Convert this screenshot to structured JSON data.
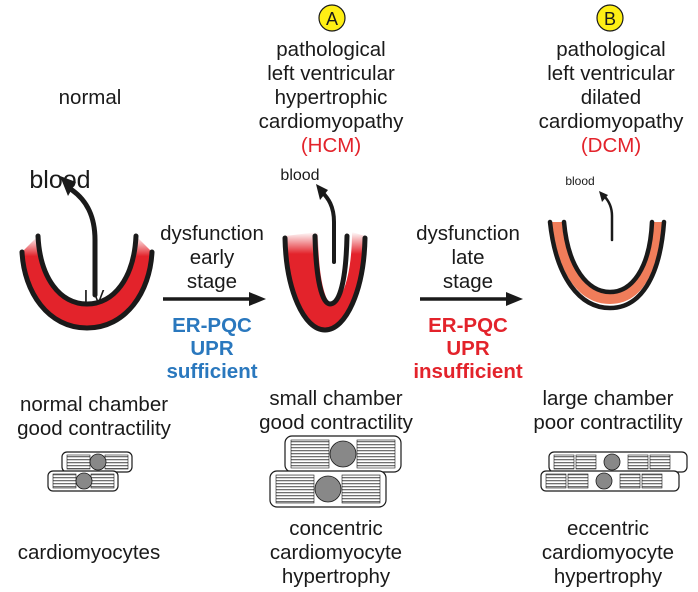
{
  "colors": {
    "red": "#e3232b",
    "blue": "#2a78be",
    "badge": "#ffef14",
    "ink": "#1a1a1a",
    "myocyte_fill": "#b3b3b3",
    "nucleus": "#888888"
  },
  "badges": {
    "a": "A",
    "b": "B"
  },
  "labels": {
    "normal_title": "normal",
    "hcm_lines": [
      "pathological",
      "left ventricular",
      "hypertrophic",
      "cardiomyopathy"
    ],
    "hcm_abbrev": "(HCM)",
    "dcm_lines": [
      "pathological",
      "left ventricular",
      "dilated",
      "cardiomyopathy"
    ],
    "dcm_abbrev": "(DCM)",
    "blood": "blood",
    "lv": "LV"
  },
  "transitions": {
    "early": {
      "lines": [
        "dysfunction",
        "early",
        "stage"
      ],
      "status": [
        "ER-PQC",
        "UPR",
        "sufficient"
      ]
    },
    "late": {
      "lines": [
        "dysfunction",
        "late",
        "stage"
      ],
      "status": [
        "ER-PQC",
        "UPR",
        "insufficient"
      ]
    }
  },
  "chambers": {
    "normal": [
      "normal chamber",
      "good contractility"
    ],
    "hcm": [
      "small chamber",
      "good contractility"
    ],
    "dcm": [
      "large chamber",
      "poor contractility"
    ]
  },
  "cells": {
    "normal": "cardiomyocytes",
    "hcm": [
      "concentric",
      "cardiomyocyte",
      "hypertrophy"
    ],
    "dcm": [
      "eccentric",
      "cardiomyocyte",
      "hypertrophy"
    ]
  }
}
